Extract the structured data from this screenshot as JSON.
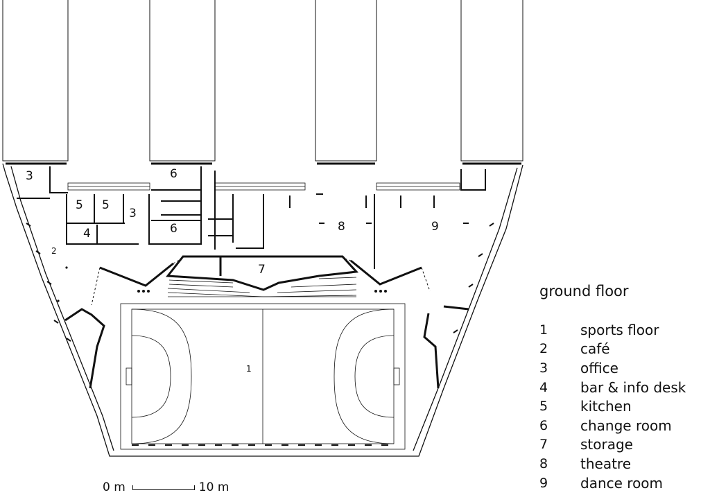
{
  "legend": {
    "title": "ground floor",
    "items": [
      {
        "num": "1",
        "label": "sports floor"
      },
      {
        "num": "2",
        "label": "café"
      },
      {
        "num": "3",
        "label": "office"
      },
      {
        "num": "4",
        "label": "bar & info desk"
      },
      {
        "num": "5",
        "label": "kitchen"
      },
      {
        "num": "6",
        "label": "change room"
      },
      {
        "num": "7",
        "label": "storage"
      },
      {
        "num": "8",
        "label": "theatre"
      },
      {
        "num": "9",
        "label": "dance room"
      }
    ]
  },
  "scale": {
    "start_label": "0 m",
    "end_label": "10 m"
  },
  "plan_labels": {
    "office_left": "3",
    "change_top": "6",
    "kitchen_a": "5",
    "kitchen_b": "5",
    "office_mid": "3",
    "bar": "4",
    "change_bottom": "6",
    "cafe": "2",
    "theatre": "8",
    "dance": "9",
    "storage": "7",
    "sports": "1"
  },
  "colors": {
    "line": "#111111",
    "background": "#ffffff"
  }
}
